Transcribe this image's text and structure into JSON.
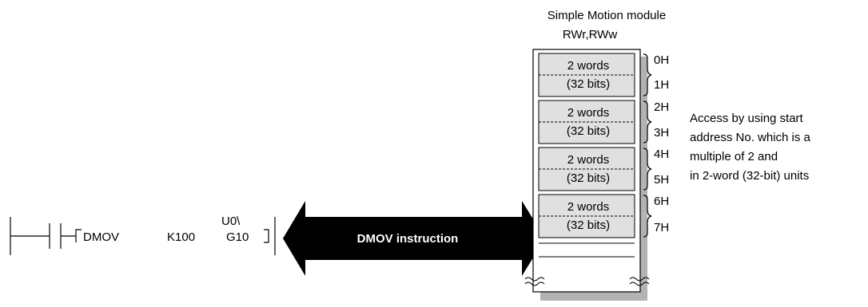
{
  "header": {
    "module_title": "Simple Motion module",
    "buffer_label": "RWr,RWw"
  },
  "ladder": {
    "instruction": "DMOV",
    "source": "K100",
    "dest_module": "U0\\",
    "dest_device": "G10"
  },
  "arrow": {
    "label": "DMOV instruction"
  },
  "memory": {
    "blocks": [
      {
        "line1": "2 words",
        "line2": "(32 bits)"
      },
      {
        "line1": "2 words",
        "line2": "(32 bits)"
      },
      {
        "line1": "2 words",
        "line2": "(32 bits)"
      },
      {
        "line1": "2 words",
        "line2": "(32 bits)"
      }
    ],
    "addresses": [
      "0H",
      "1H",
      "2H",
      "3H",
      "4H",
      "5H",
      "6H",
      "7H"
    ]
  },
  "note": {
    "lines": [
      "Access by using start",
      "address No. which is a",
      "multiple of 2 and",
      "in 2-word (32-bit) units"
    ]
  },
  "colors": {
    "block_fill": "#e0e0e0",
    "shadow": "#b3b3b3",
    "arrow_fill": "#000000",
    "arrow_text": "#ffffff"
  }
}
